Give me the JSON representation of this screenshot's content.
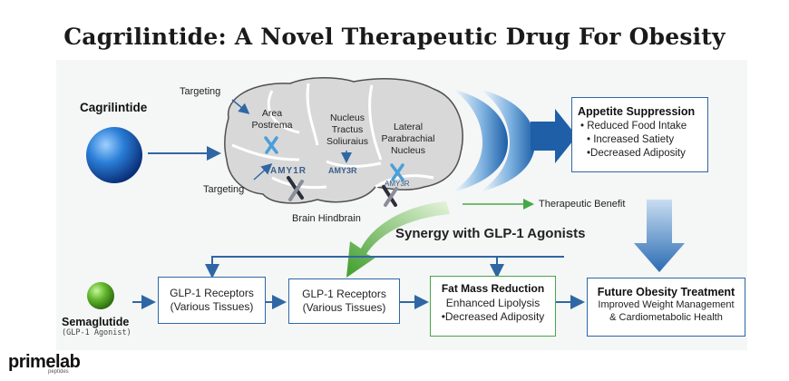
{
  "title": "Cagrilintide: A Novel Therapeutic Drug For Obesity",
  "drug_left": "Cagrilintide",
  "targeting_top": "Targeting",
  "targeting_bottom": "Targeting",
  "brain": {
    "area_postrema": [
      "Area",
      "Postrema"
    ],
    "nts": [
      "Nucleus",
      "Tractus",
      "Soliuraius"
    ],
    "lpn": [
      "Lateral",
      "Parabrachial",
      "Nucleus"
    ],
    "amy1r": "AMY1R",
    "amy3r_mid": "AMY3R",
    "amy3r_right": "AMY3R",
    "caption": "Brain Hindbrain"
  },
  "appetite": {
    "title": "Appetite Suppression",
    "items": [
      "• Reduced Food Intake",
      "• Increased Satiety",
      "•Decreased Adiposity"
    ]
  },
  "therapeutic_benefit": "Therapeutic Benefit",
  "synergy": "Synergy with GLP-1 Agonists",
  "semaglutide": {
    "name": "Semaglutide",
    "sub": "(GLP-1 Agonist)"
  },
  "glp1_box1": [
    "GLP-1 Receptors",
    "(Various Tissues)"
  ],
  "glp1_box2": [
    "GLP-1 Receptors",
    "(Various Tissues)"
  ],
  "fat_mass": {
    "title": "Fat Mass Reduction",
    "items": [
      "Enhanced Lipolysis",
      "•Decreased Adiposity"
    ]
  },
  "future": {
    "title": "Future Obesity Treatment",
    "items": [
      "Improved Weight Management",
      "& Cardiometabolic Health"
    ]
  },
  "logo": {
    "prime": "prime",
    "lab": "lab",
    "sub": "peptides"
  },
  "colors": {
    "blue": "#2f67a4",
    "green": "#46a84a",
    "accent_blue": "#1a63a8"
  }
}
